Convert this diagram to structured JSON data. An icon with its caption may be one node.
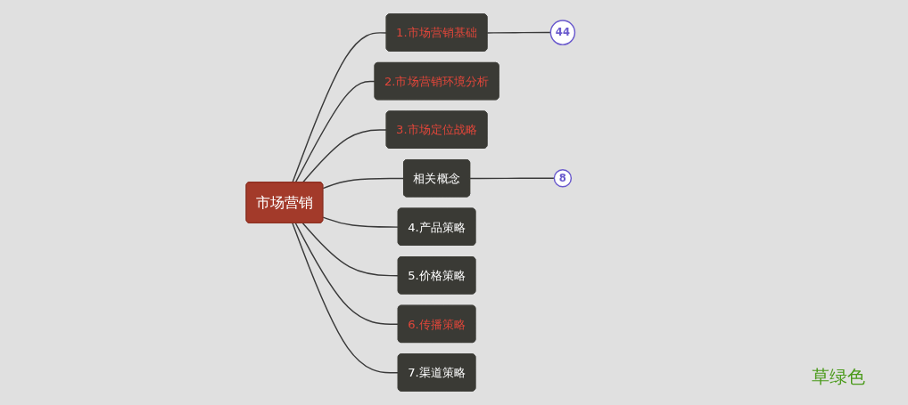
{
  "diagram": {
    "nodes": [
      {
        "text": [
          "市场营销"
        ]
      },
      {
        "text": [
          "1.市场营销基础"
        ]
      },
      {
        "text": [
          "44"
        ]
      },
      {
        "text": [
          "2.市场营销环境分析"
        ]
      },
      {
        "text": [
          "3.市场定位战略"
        ]
      },
      {
        "text": [
          "相关概念"
        ]
      },
      {
        "text": [
          "8"
        ]
      },
      {
        "text": [
          "4.产品策略"
        ]
      },
      {
        "text": [
          "5.价格策略"
        ]
      },
      {
        "text": [
          "6.传播策略"
        ]
      },
      {
        "text": [
          "7.渠道策略"
        ]
      }
    ],
    "edges": [
      {
        "from": 0,
        "to": 1,
        "arrow": "none"
      },
      {
        "from": 1,
        "to": 2,
        "arrow": "none"
      },
      {
        "from": 0,
        "to": 3,
        "arrow": "none"
      },
      {
        "from": 0,
        "to": 4,
        "arrow": "none"
      },
      {
        "from": 0,
        "to": 5,
        "arrow": "none"
      },
      {
        "from": 5,
        "to": 6,
        "arrow": "none"
      },
      {
        "from": 0,
        "to": 7,
        "arrow": "none"
      },
      {
        "from": 0,
        "to": 8,
        "arrow": "none"
      },
      {
        "from": 0,
        "to": 9,
        "arrow": "none"
      },
      {
        "from": 0,
        "to": 10,
        "arrow": "none"
      }
    ],
    "labels": [
      "草绿色"
    ]
  }
}
